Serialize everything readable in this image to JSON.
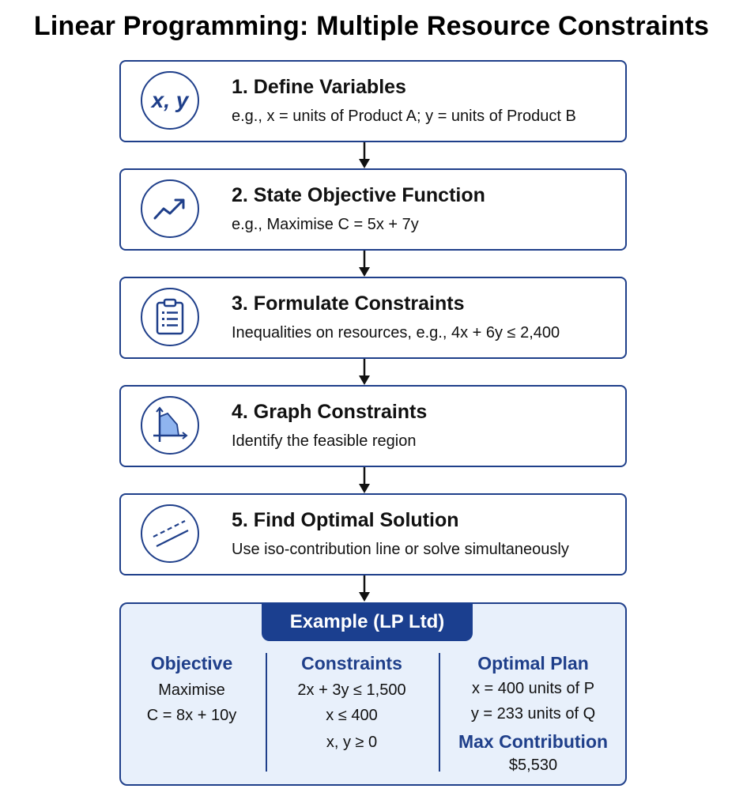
{
  "title": "Linear Programming: Multiple Resource Constraints",
  "steps": [
    {
      "icon": "xy-variables-icon",
      "icon_text": "x, y",
      "title": "1. Define Variables",
      "desc": "e.g., x = units of Product A; y = units of Product B"
    },
    {
      "icon": "trend-up-icon",
      "title": "2. State Objective Function",
      "desc": "e.g., Maximise C = 5x + 7y"
    },
    {
      "icon": "clipboard-icon",
      "title": "3. Formulate Constraints",
      "desc": "Inequalities on resources, e.g., 4x + 6y ≤ 2,400"
    },
    {
      "icon": "feasible-region-graph-icon",
      "title": "4. Graph Constraints",
      "desc": "Identify the feasible region"
    },
    {
      "icon": "iso-contribution-lines-icon",
      "title": "5. Find Optimal Solution",
      "desc": "Use iso-contribution line or solve simultaneously"
    }
  ],
  "example": {
    "label": "Example (LP Ltd)",
    "objective": {
      "heading": "Objective",
      "lines": [
        "Maximise",
        "C = 8x + 10y"
      ]
    },
    "constraints": {
      "heading": "Constraints",
      "lines": [
        "2x + 3y ≤ 1,500",
        "x ≤ 400",
        "x, y ≥ 0"
      ]
    },
    "optimal": {
      "heading": "Optimal Plan",
      "lines": [
        "x = 400 units of P",
        "y = 233 units of Q"
      ],
      "max_heading": "Max Contribution",
      "max_value": "$5,530"
    }
  },
  "colors": {
    "accent": "#1f3f8a",
    "tab": "#1b3f8f",
    "panel": "#e8f0fb",
    "region_fill": "#8fb4ef"
  }
}
